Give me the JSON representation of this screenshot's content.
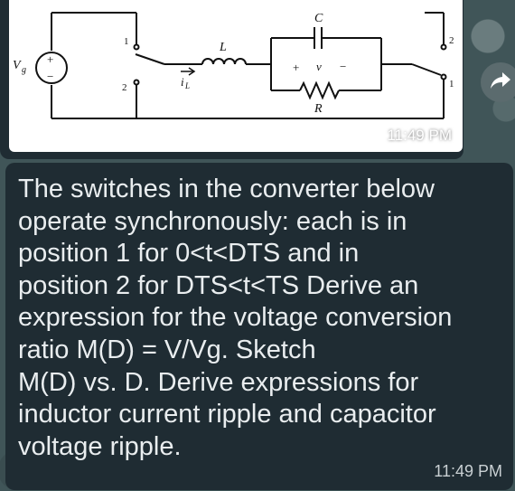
{
  "image_message": {
    "time": "11:49 PM",
    "circuit": {
      "source_label": "V",
      "source_subscript": "g",
      "source_plus": "+",
      "source_minus": "−",
      "switch1_pos1": "1",
      "switch1_pos2": "2",
      "inductor_label": "L",
      "current_label": "i",
      "current_subscript": "L",
      "capacitor_label": "C",
      "resistor_label": "R",
      "voltage_plus": "+",
      "voltage_label": "v",
      "voltage_minus": "−",
      "switch2_pos2": "2",
      "switch2_pos1": "1"
    }
  },
  "text_message": {
    "text": "The switches in the converter below\noperate synchronously: each is in\nposition 1 for 0<t<DTS and in\nposition 2 for DTS<t<TS Derive an\nexpression for the voltage conversion\nratio M(D) = V/Vg. Sketch\nM(D) vs. D. Derive expressions for\ninductor current ripple and capacitor\nvoltage ripple.",
    "time": "11:49 PM"
  },
  "icons": {
    "forward": "forward-arrow-icon"
  },
  "colors": {
    "bubble": "#1f2c33",
    "text": "#e9edef",
    "wallpaper": "#405558"
  }
}
